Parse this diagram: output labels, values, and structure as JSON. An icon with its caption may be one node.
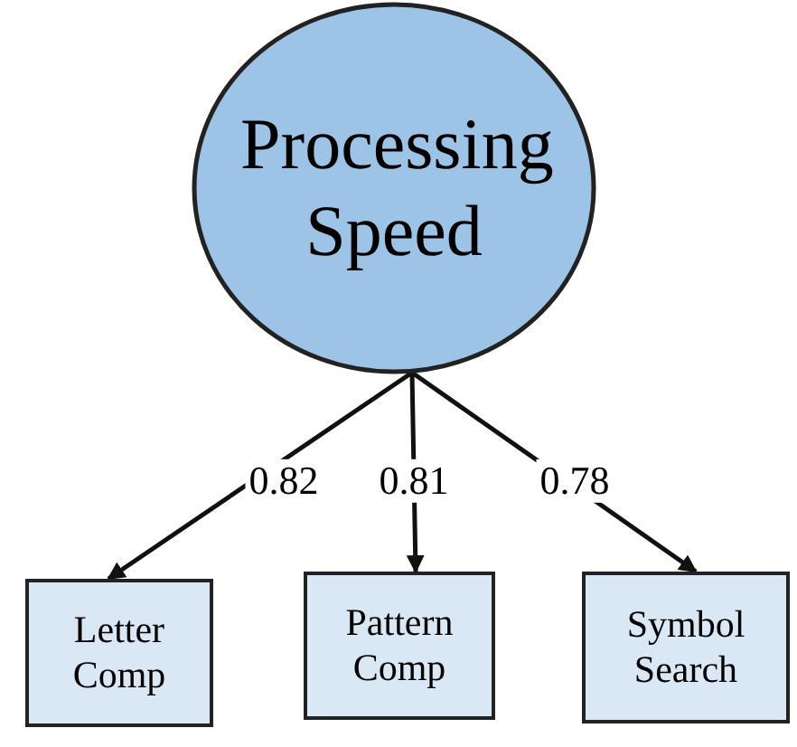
{
  "diagram": {
    "nodes": [
      {
        "text": [
          "Processing Speed"
        ]
      },
      {
        "text": [
          "Letter Comp"
        ]
      },
      {
        "text": [
          "Pattern Comp"
        ]
      },
      {
        "text": [
          "Symbol Search"
        ]
      }
    ],
    "edges": [
      {
        "from": 0,
        "to": 1,
        "arrow": "to",
        "label": "0.82"
      },
      {
        "from": 0,
        "to": 2,
        "arrow": "to",
        "label": "0.81"
      },
      {
        "from": 0,
        "to": 3,
        "arrow": "to",
        "label": "0.78"
      }
    ]
  }
}
